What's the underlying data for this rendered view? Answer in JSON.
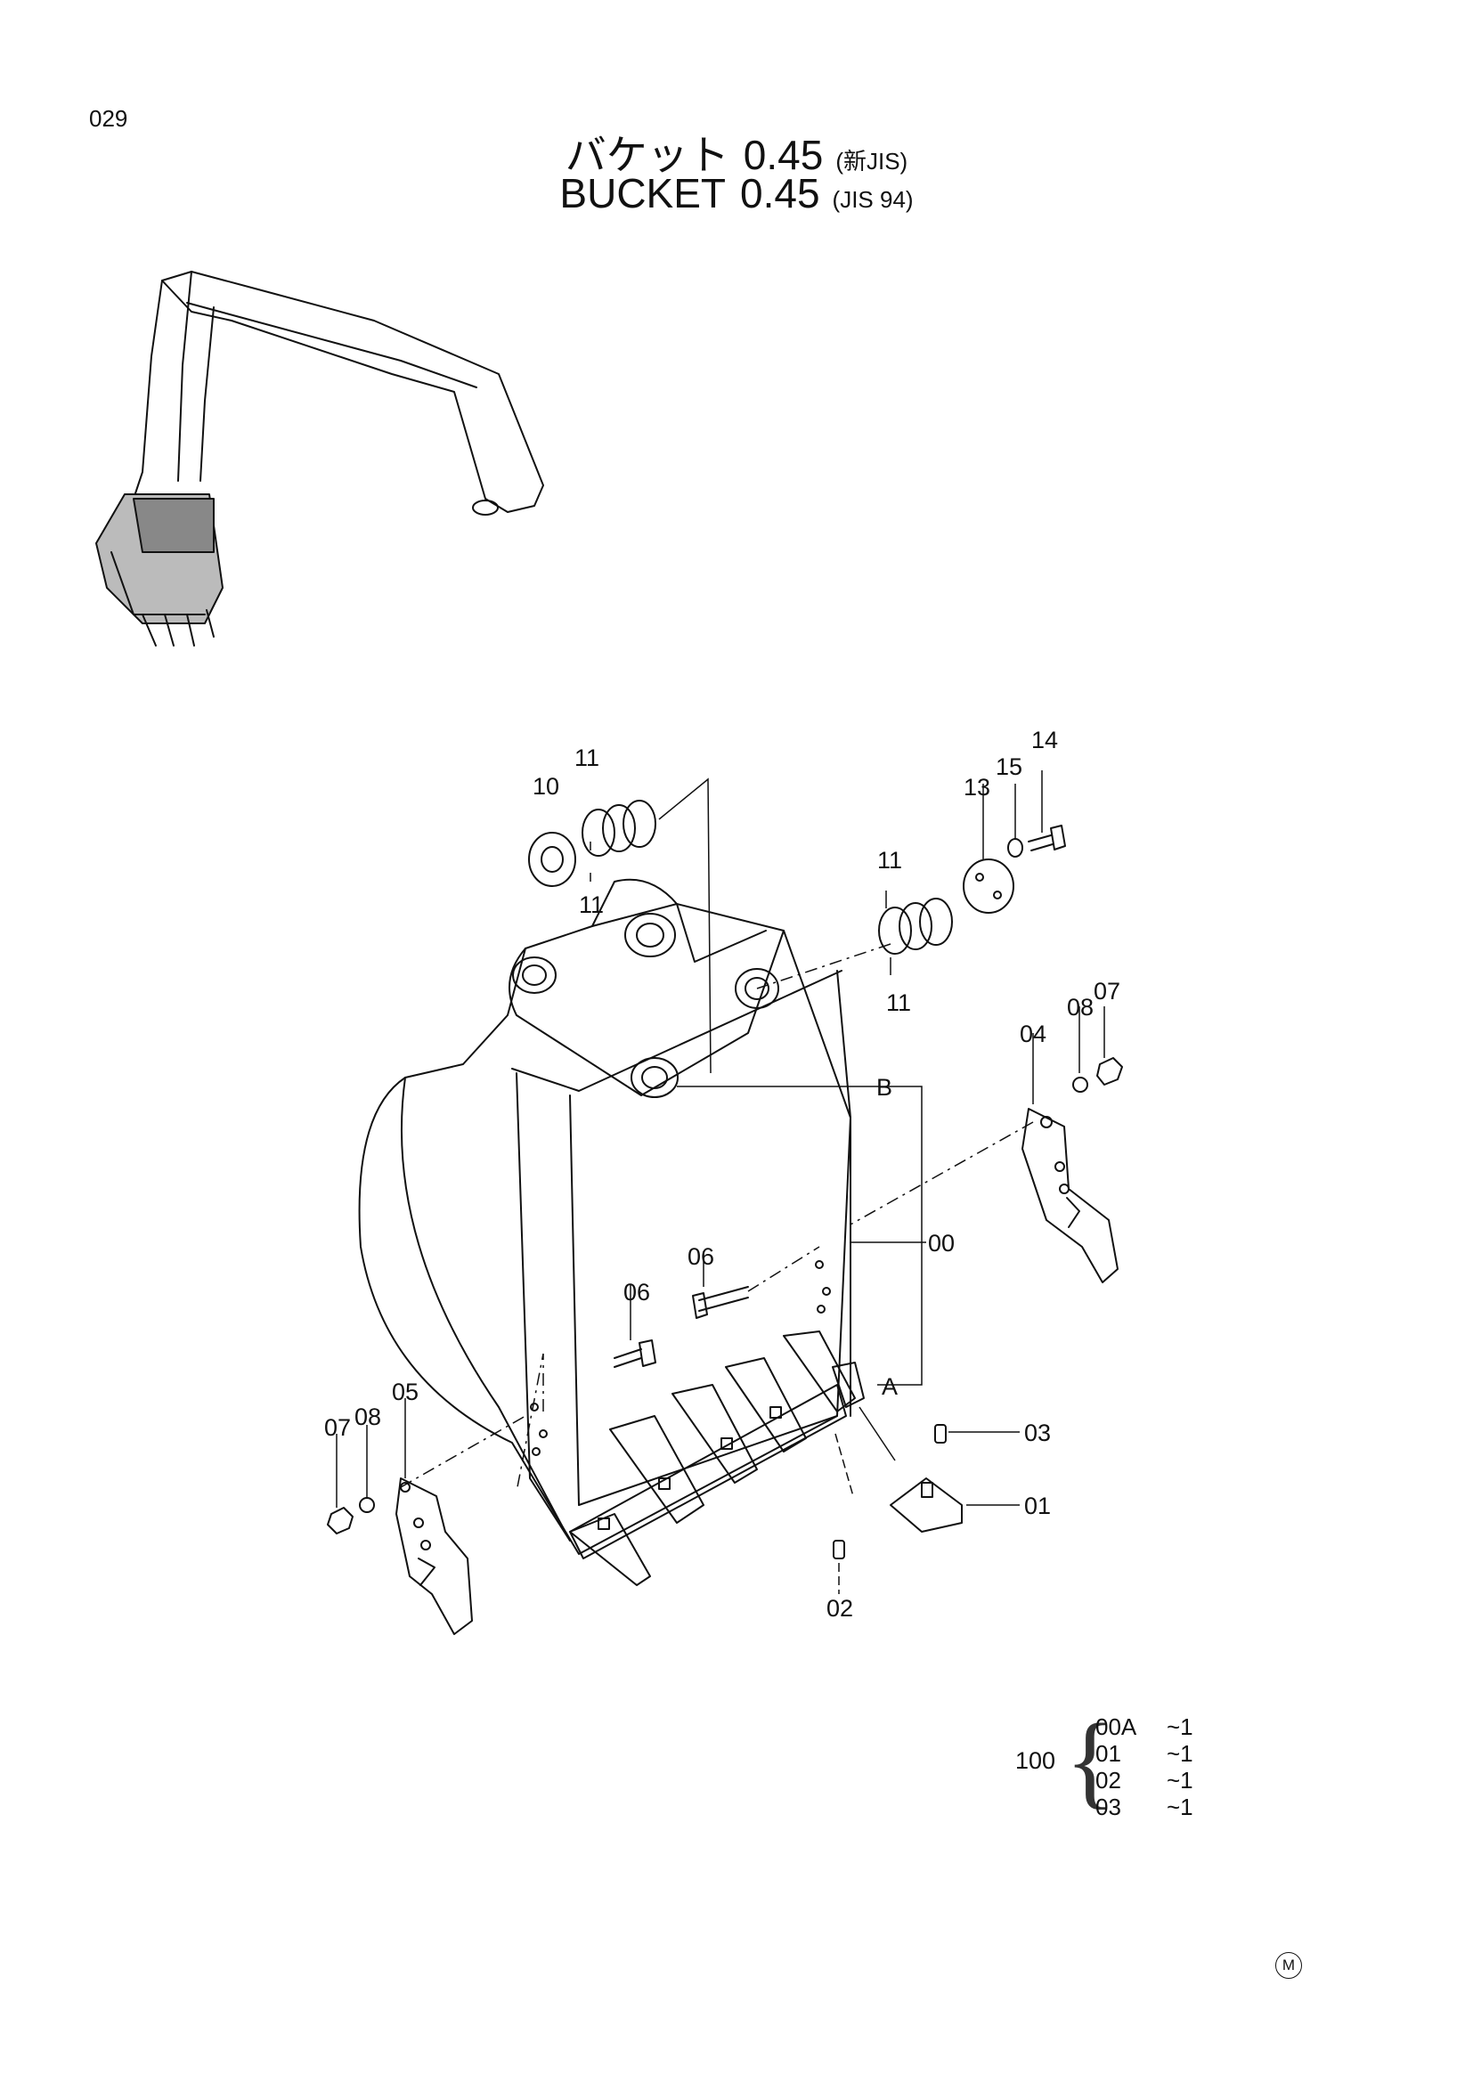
{
  "page_number": "029",
  "title": {
    "jp": "バケット",
    "jp_value": "0.45",
    "jp_sub": "(新JIS)",
    "en": "BUCKET",
    "en_value": "0.45",
    "en_sub": "(JIS 94)"
  },
  "callouts": {
    "p10": "10",
    "p11a": "11",
    "p11b": "11",
    "p11c": "11",
    "p11d": "11",
    "p13": "13",
    "p14": "14",
    "p15": "15",
    "p04": "04",
    "p07a": "07",
    "p08a": "08",
    "pB": "B",
    "p00": "00",
    "pA": "A",
    "p06a": "06",
    "p06b": "06",
    "p05": "05",
    "p07b": "07",
    "p08b": "08",
    "p03": "03",
    "p01": "01",
    "p02": "02"
  },
  "kit": {
    "number": "100",
    "rows": [
      {
        "code": "00A",
        "qty": "~1"
      },
      {
        "code": "01",
        "qty": "~1"
      },
      {
        "code": "02",
        "qty": "~1"
      },
      {
        "code": "03",
        "qty": "~1"
      }
    ]
  },
  "manufacturer_mark": "M"
}
